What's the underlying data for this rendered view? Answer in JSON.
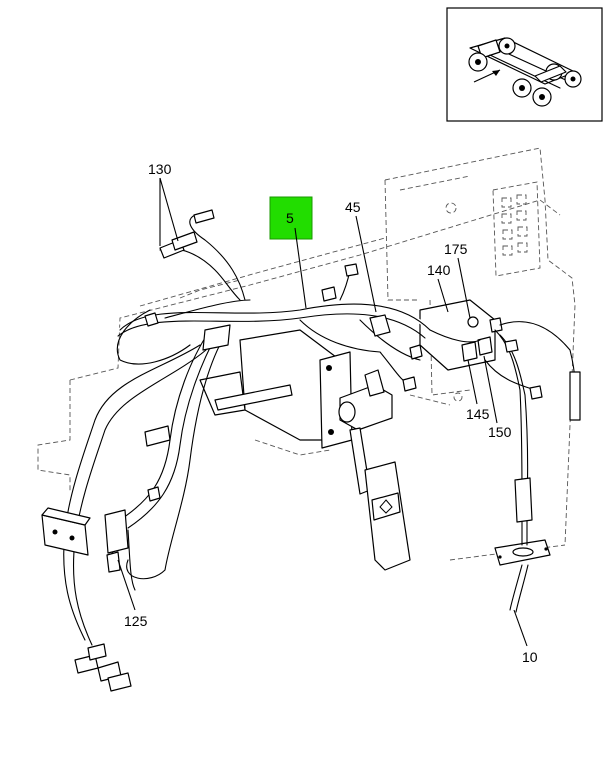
{
  "callouts": {
    "c130": "130",
    "c5": "5",
    "c45": "45",
    "c175": "175",
    "c140": "140",
    "c145": "145",
    "c150": "150",
    "c125": "125",
    "c10": "10"
  },
  "colors": {
    "highlight": "#22dd00",
    "line": "#000000",
    "background": "#ffffff"
  }
}
